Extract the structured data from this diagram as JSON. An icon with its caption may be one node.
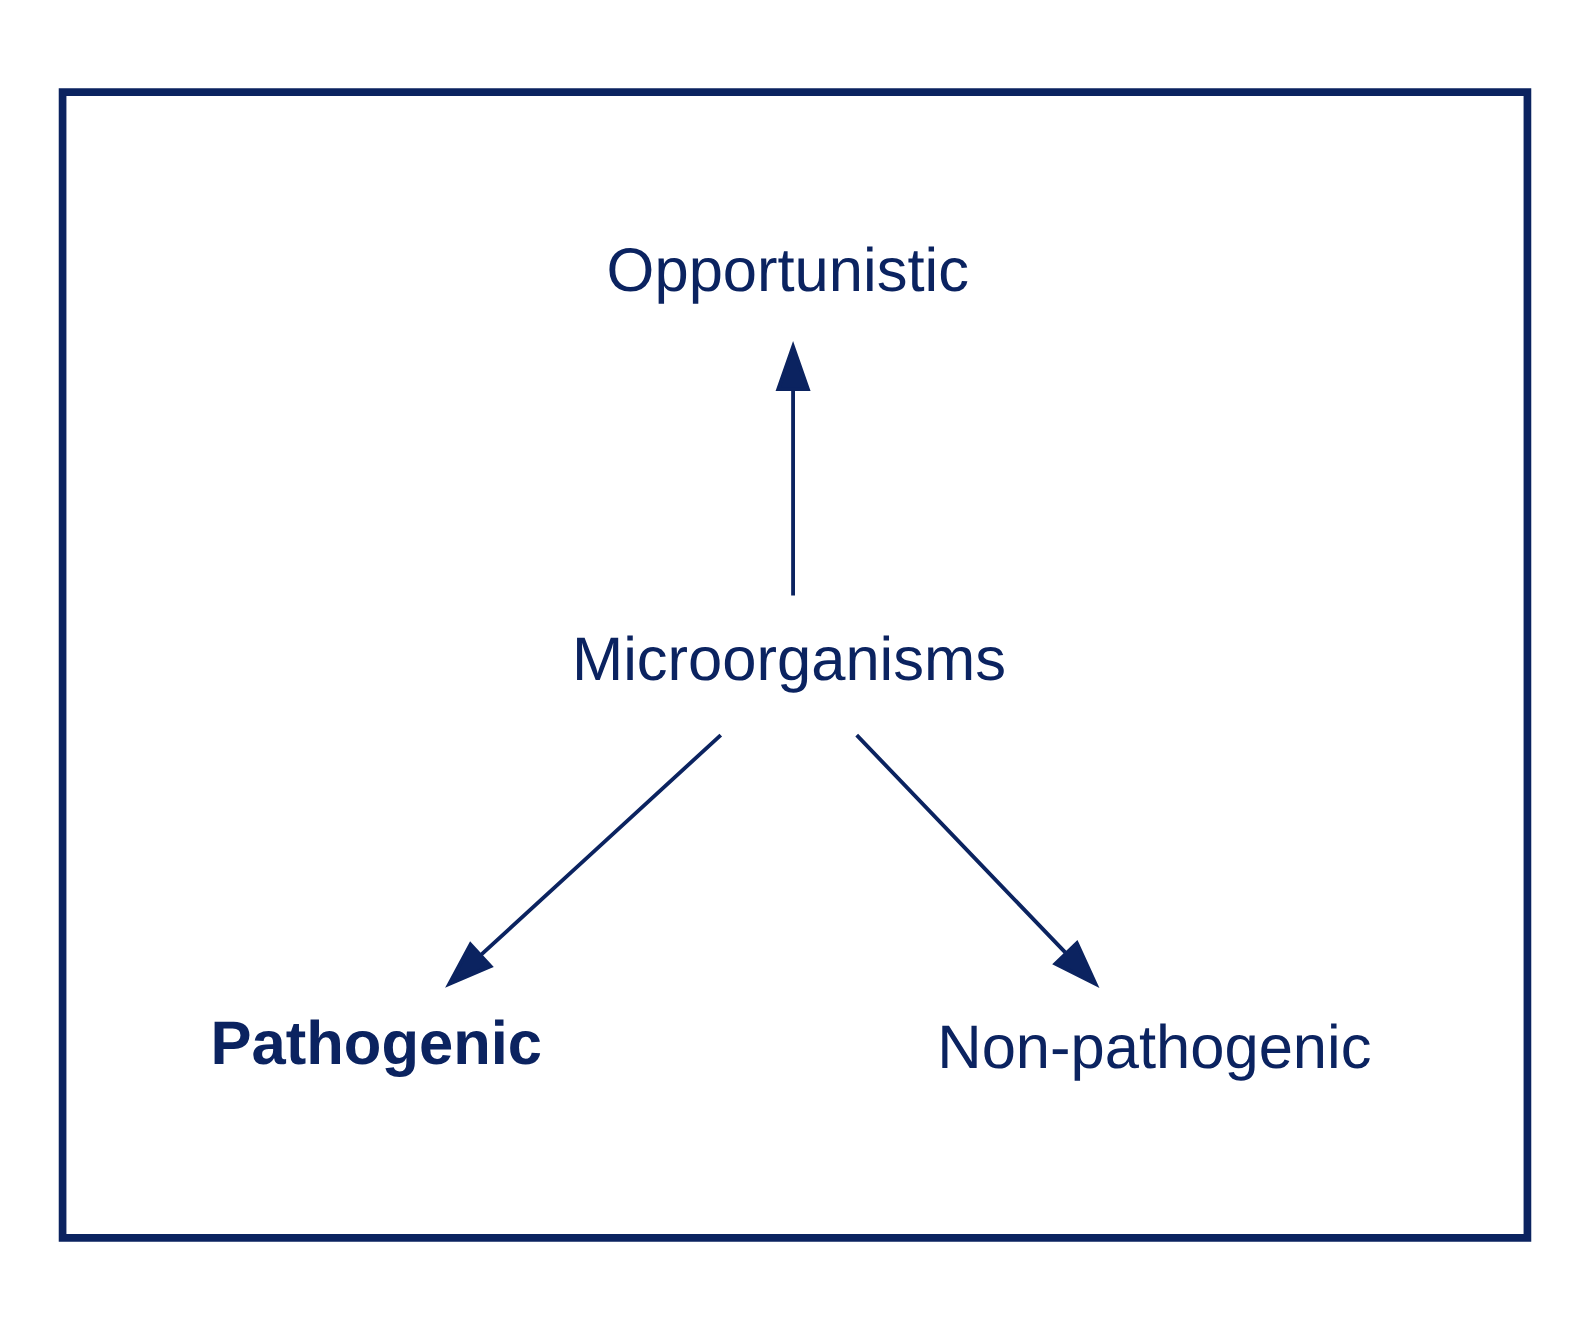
{
  "diagram": {
    "nodes": [
      {
        "text": [],
        "shape": "triangle"
      },
      {
        "text": [
          "Opportunistic"
        ],
        "in": 0
      },
      {
        "text": [
          "Microorganisms"
        ],
        "in": 0
      },
      {
        "text": [
          "Pathogenic"
        ],
        "in": 0
      },
      {
        "text": [
          "Non-pathogenic"
        ],
        "in": 0
      }
    ],
    "edges": [
      {
        "from": 2,
        "to": 1,
        "arrow": "to"
      },
      {
        "from": 2,
        "to": 3,
        "arrow": "to"
      },
      {
        "from": 2,
        "to": 4,
        "arrow": "to"
      }
    ]
  }
}
